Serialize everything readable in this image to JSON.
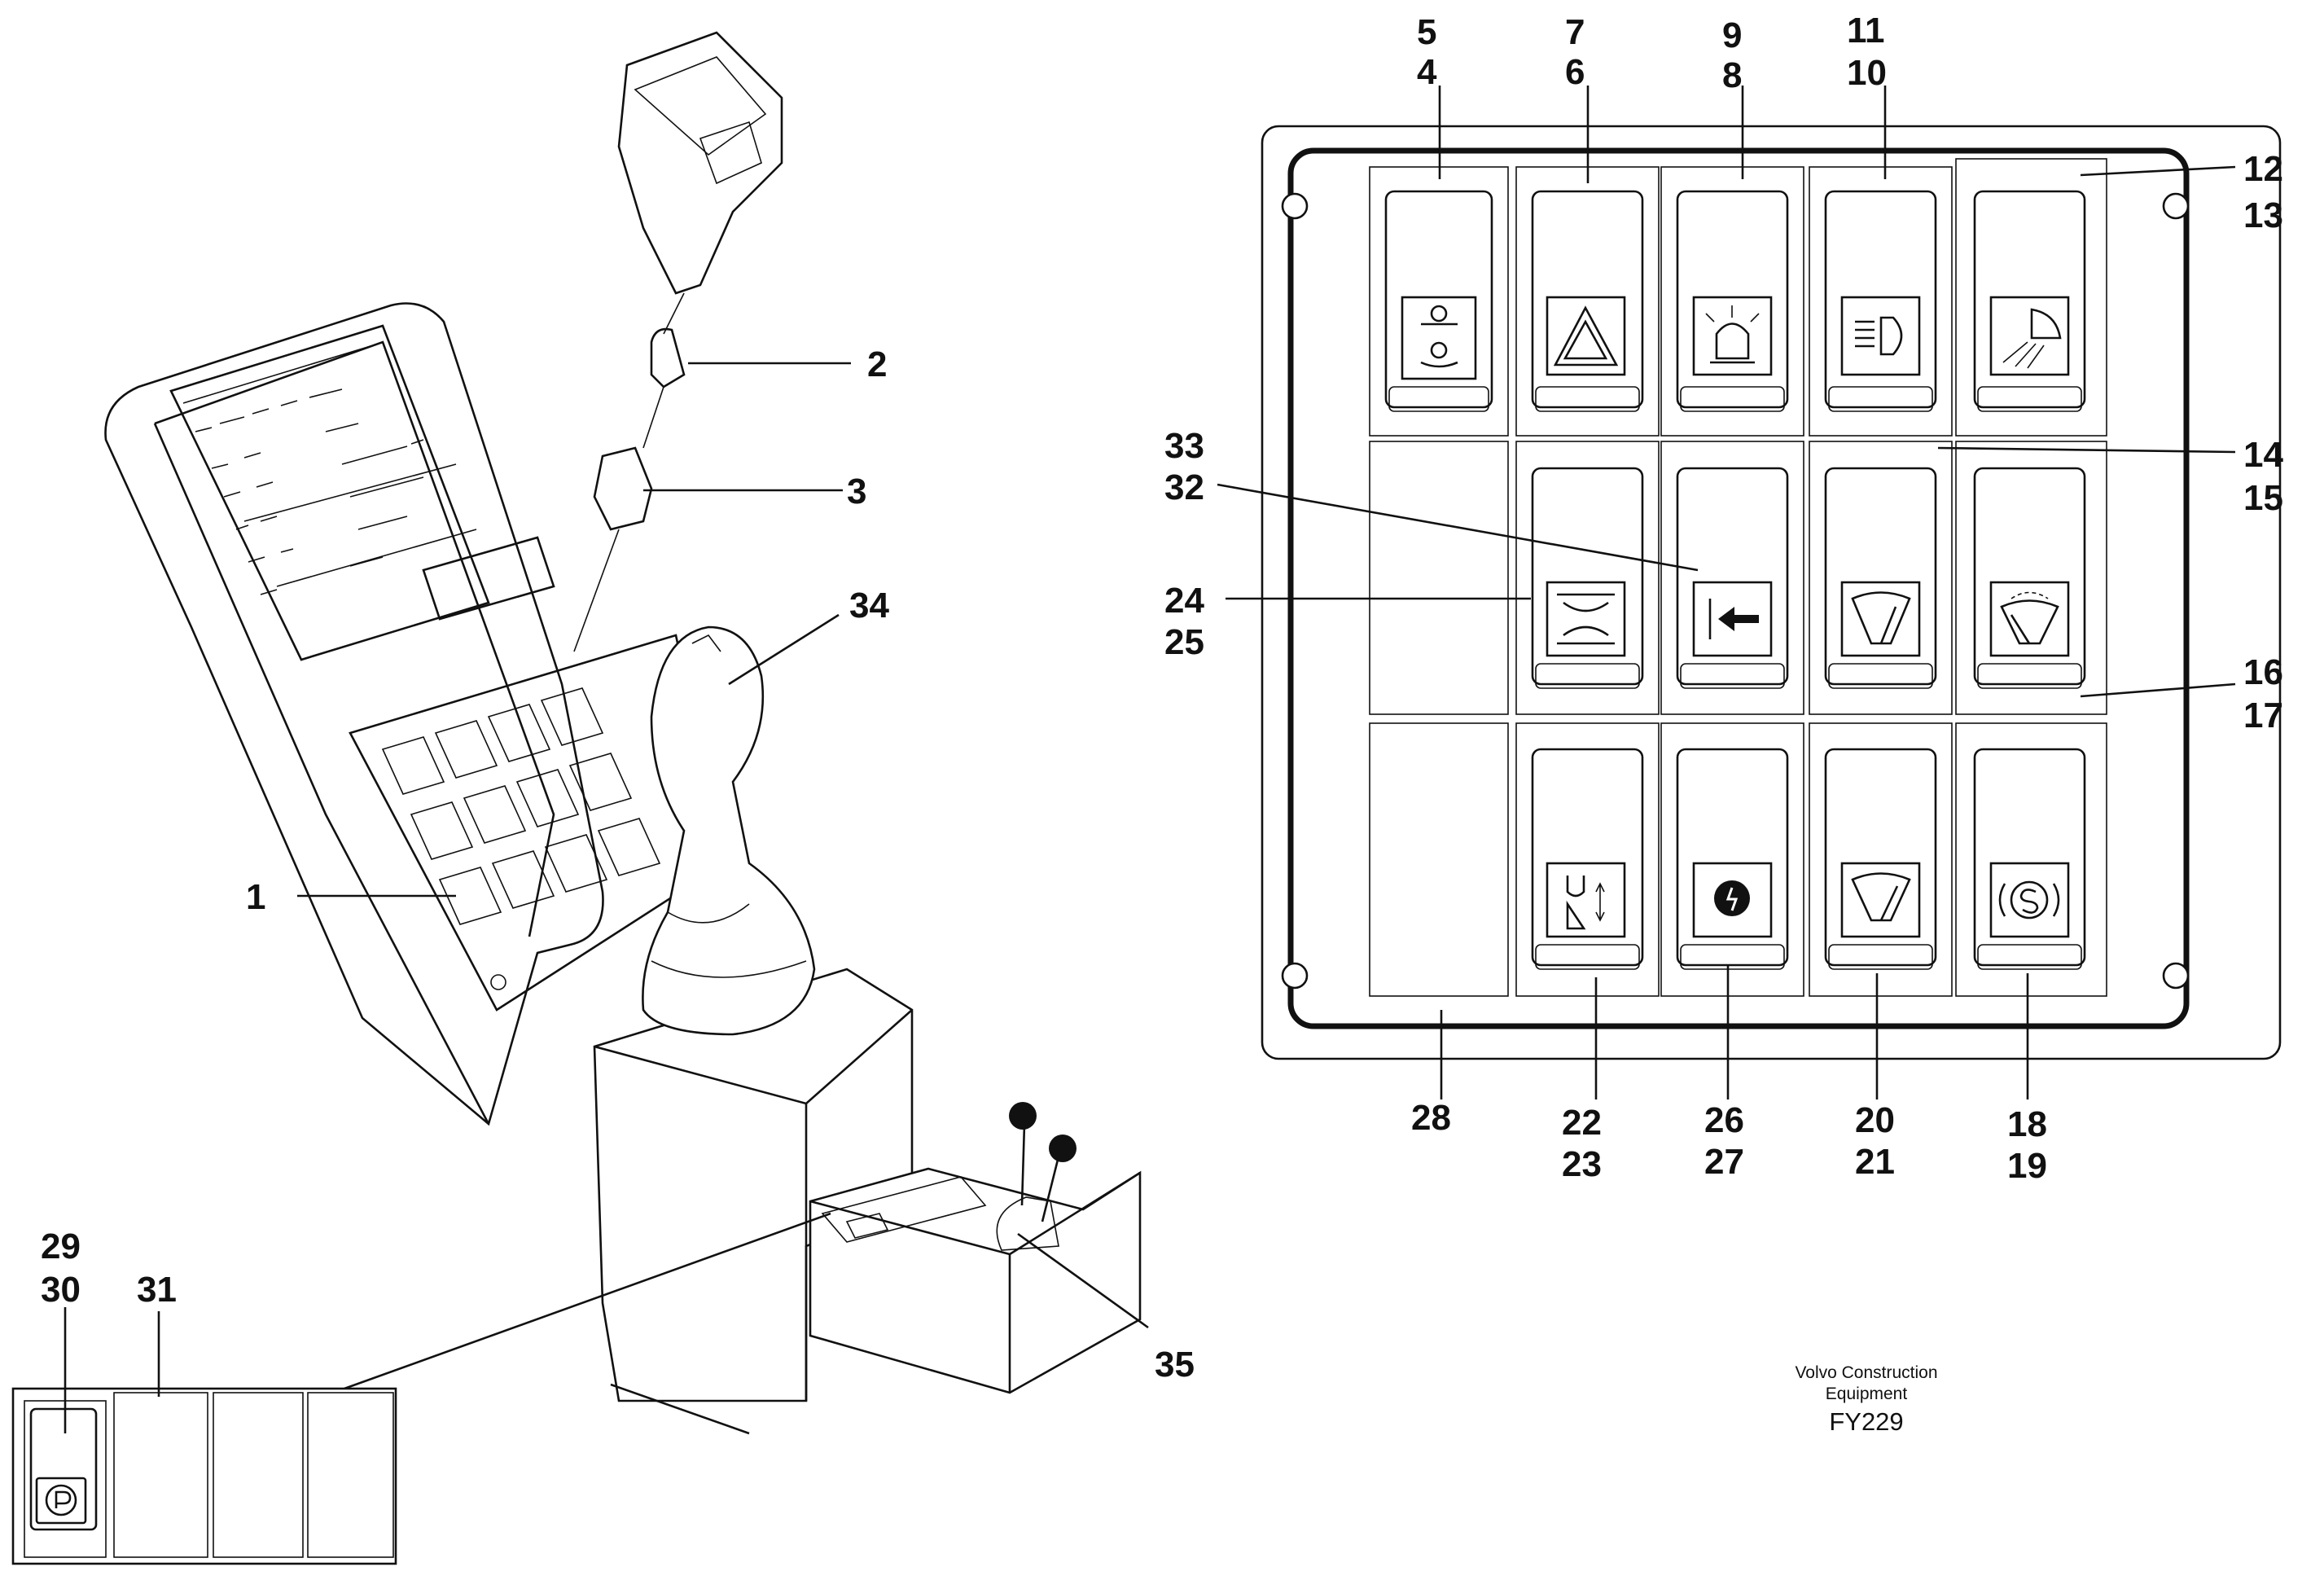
{
  "callouts": {
    "c1": "1",
    "c2": "2",
    "c3": "3",
    "c34": "34",
    "c35": "35",
    "c29": "29",
    "c30": "30",
    "c31": "31",
    "c5": "5",
    "c4": "4",
    "c7": "7",
    "c6": "6",
    "c9": "9",
    "c8": "8",
    "c11": "11",
    "c10": "10",
    "c12": "12",
    "c13": "13",
    "c14": "14",
    "c15": "15",
    "c16": "16",
    "c17": "17",
    "c33": "33",
    "c32": "32",
    "c24": "24",
    "c25": "25",
    "c28": "28",
    "c22": "22",
    "c23": "23",
    "c26": "26",
    "c27": "27",
    "c20": "20",
    "c21": "21",
    "c18": "18",
    "c19": "19"
  },
  "credit": {
    "line1": "Volvo Construction",
    "line2": "Equipment",
    "code": "FY229"
  },
  "switch_symbols": {
    "row1": [
      "differential-lock-icon",
      "hazard-warning-icon",
      "rotating-beacon-icon",
      "headlight-icon",
      "work-light-icon"
    ],
    "row2": [
      "blank",
      "axle-lock-icon",
      "return-arrow-icon",
      "front-wiper-icon",
      "rear-wiper-icon"
    ],
    "row3": [
      "blank",
      "float-position-icon",
      "hydraulic-oil-icon",
      "wiper-icon",
      "service-brake-icon"
    ],
    "parking": "parking-brake-icon"
  }
}
